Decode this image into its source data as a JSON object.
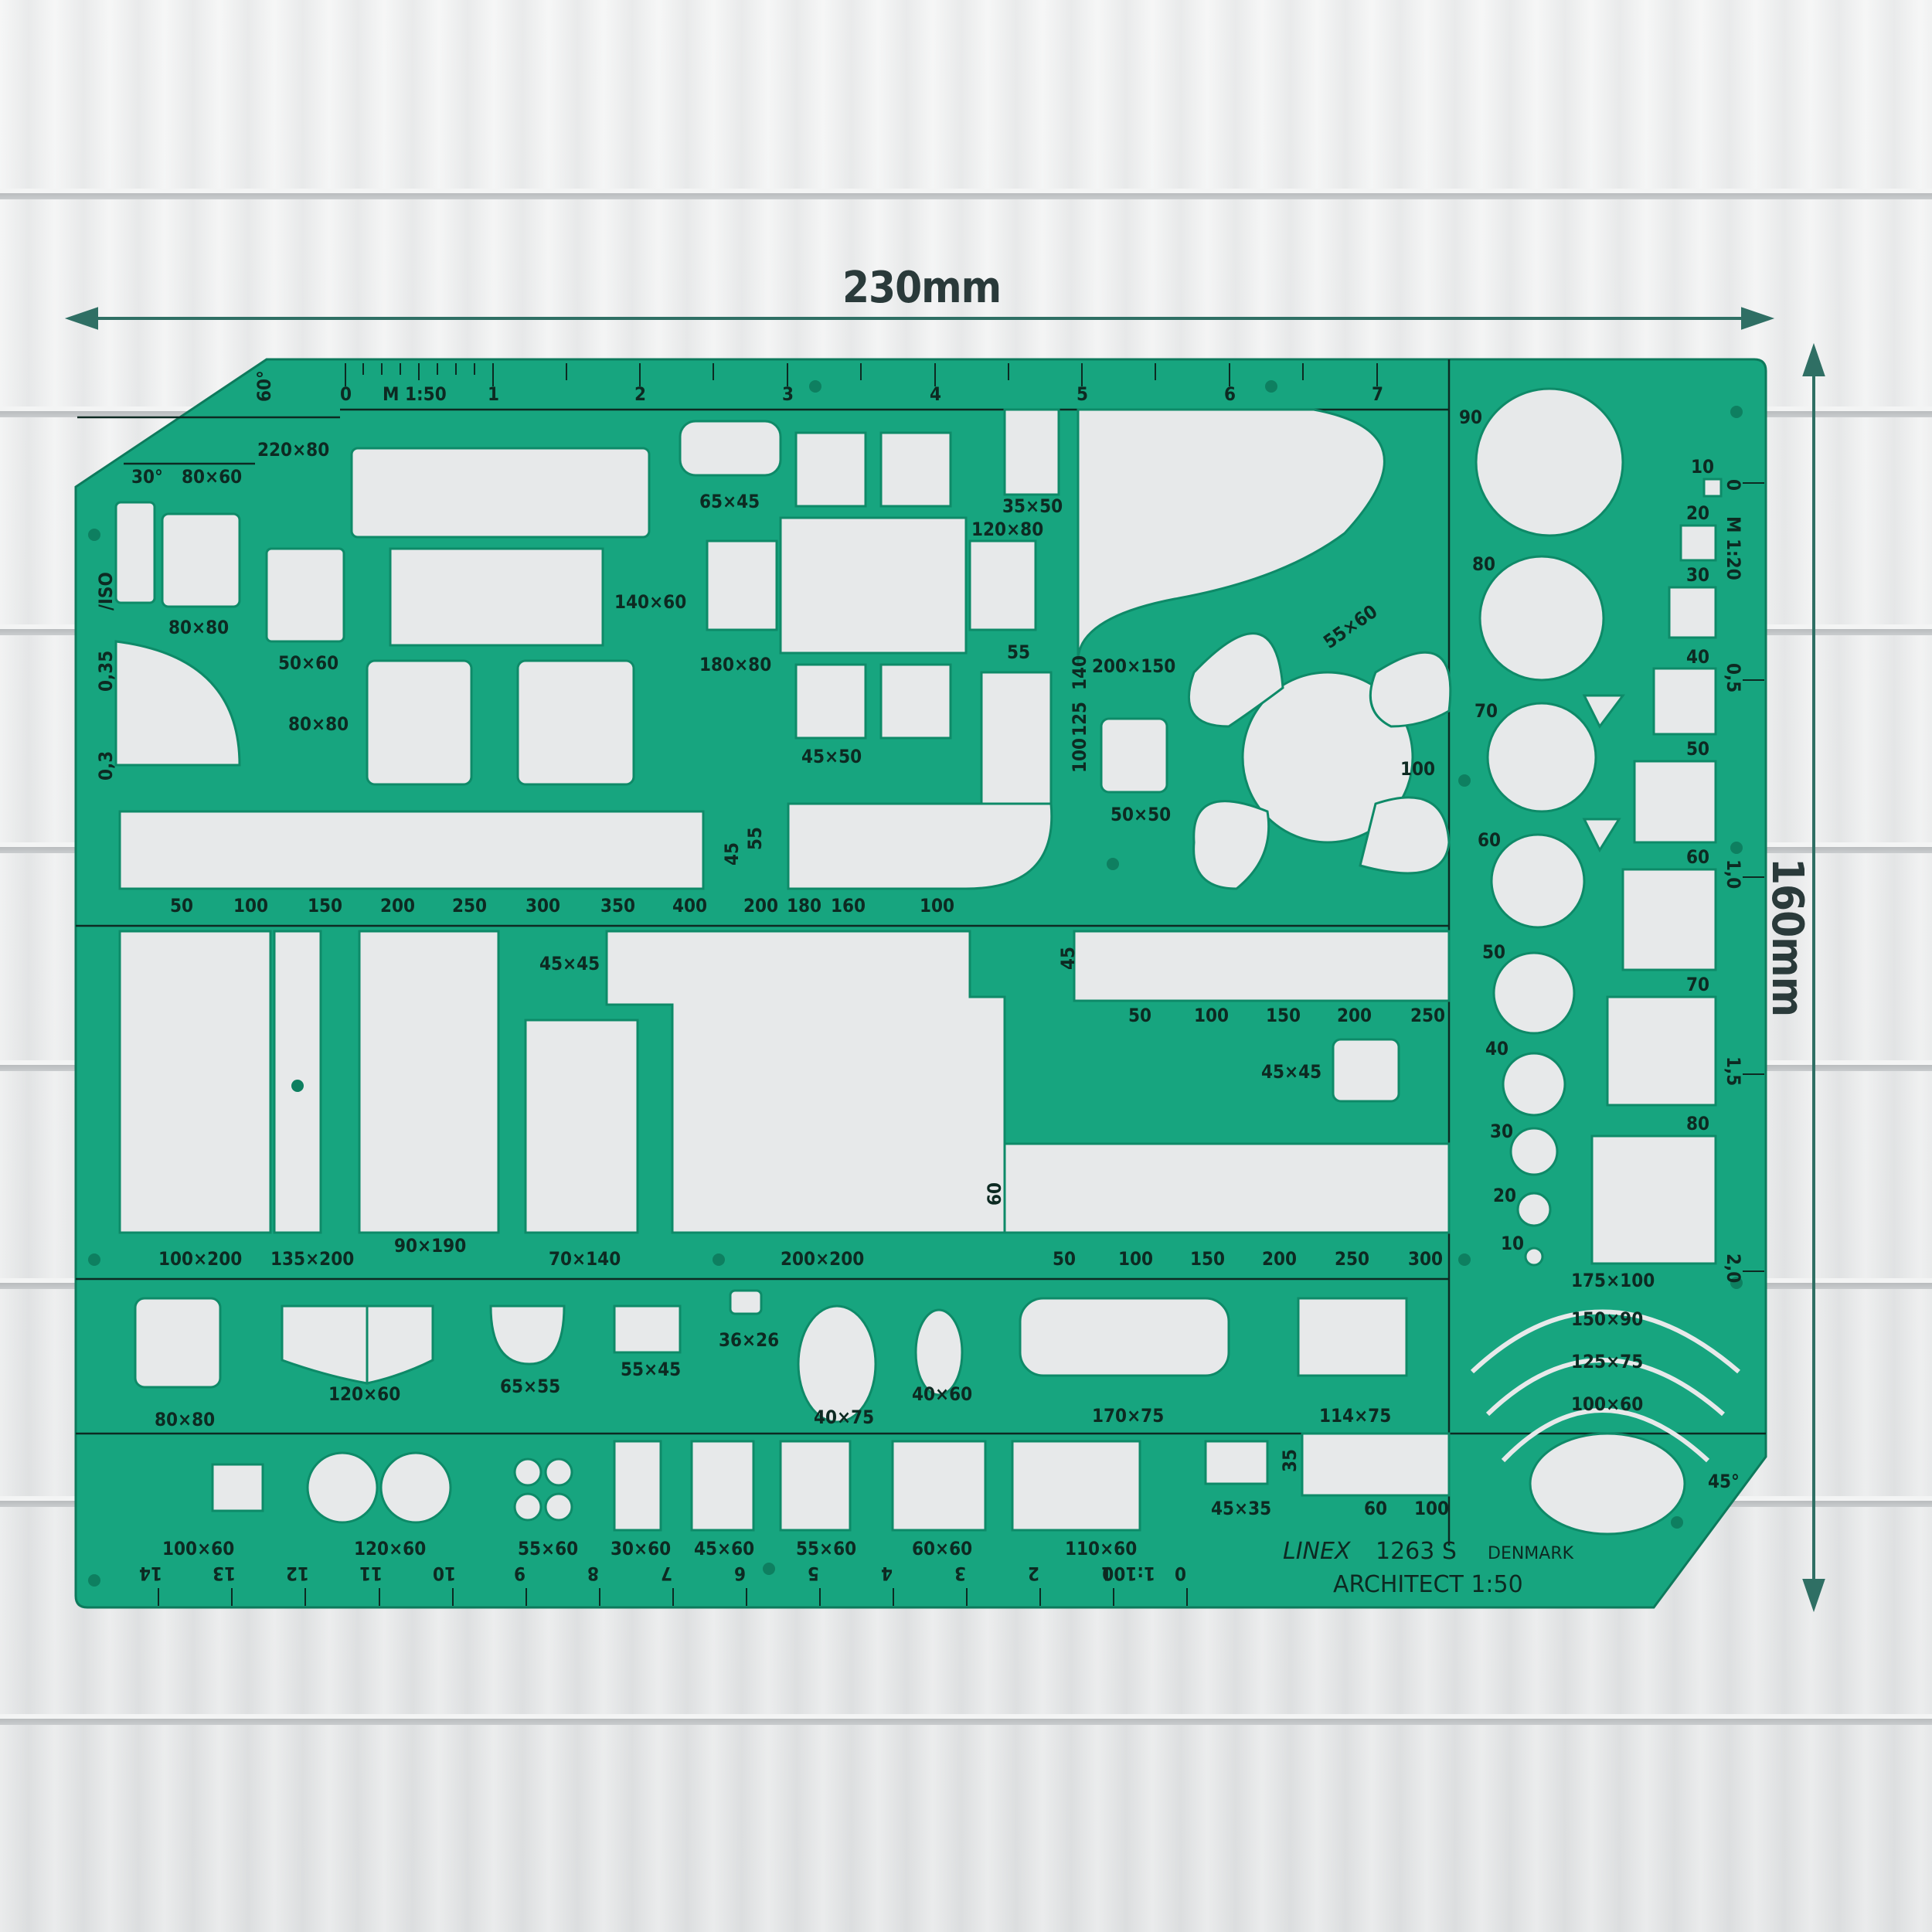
{
  "dimensions": {
    "width": "230mm",
    "height": "160mm"
  },
  "colors": {
    "stencil": "#17a57f",
    "stencil_dark": "#0d7a5c",
    "ink": "#0d2a22",
    "arrow": "#2f6f64"
  },
  "top_scale": {
    "label": "M 1:50",
    "ticks": [
      "0",
      "1",
      "2",
      "3",
      "4",
      "5",
      "6",
      "7"
    ]
  },
  "side_scale": {
    "label": "M 1:20",
    "ticks": [
      "0",
      "0,5",
      "1,0",
      "1,5",
      "2,0"
    ]
  },
  "bottom_scale": {
    "label": "1:100",
    "ticks": [
      "0",
      "1",
      "2",
      "3",
      "4",
      "5",
      "6",
      "7",
      "8",
      "9",
      "10",
      "11",
      "12",
      "13",
      "14"
    ]
  },
  "angles": {
    "a60": "60°",
    "a30": "30°",
    "a45": "45°"
  },
  "pens": {
    "p1": "0,3",
    "p2": "0,35",
    "iso": "/ISO"
  },
  "labels": {
    "l220x80": "220×80",
    "l80x60": "80×60",
    "l80x80a": "80×80",
    "l50x60": "50×60",
    "l80x80b": "80×80",
    "l140x60": "140×60",
    "l65x45a": "65×45",
    "l35x50": "35×50",
    "l120x80": "120×80",
    "l180x80": "180×80",
    "l45x50": "45×50",
    "l55a": "55",
    "l140": "140",
    "l125": "125",
    "l100a": "100",
    "l200x150": "200×150",
    "l55x60": "55×60",
    "l50x50": "50×50",
    "l100b": "100",
    "l45": "45",
    "l55b": "55",
    "l45x45a": "45×45",
    "l45c": "45",
    "l45x45b": "45×45",
    "l60": "60",
    "l100x200": "100×200",
    "l135x200": "135×200",
    "l90x190": "90×190",
    "l70x140": "70×140",
    "l200x200": "200×200",
    "l80x80c": "80×80",
    "l120x60a": "120×60",
    "l65x55": "65×55",
    "l55x45": "55×45",
    "l36x26": "36×26",
    "l40x75": "40×75",
    "l40x60": "40×60",
    "l170x75": "170×75",
    "l114x75": "114×75",
    "l175x100": "175×100",
    "l150x90": "150×90",
    "l125x75": "125×75",
    "l100x60a": "100×60",
    "l100x60b": "100×60",
    "l120x60b": "120×60",
    "l30x60": "30×60",
    "l45x60": "45×60",
    "l55x60b": "55×60",
    "l60x60": "60×60",
    "l110x60": "110×60",
    "l45x35": "45×35",
    "l35": "35",
    "l60b": "60",
    "l100c": "100"
  },
  "rulers": {
    "row1": [
      "50",
      "100",
      "150",
      "200",
      "250",
      "300",
      "350",
      "400"
    ],
    "row1b": [
      "200",
      "180",
      "160",
      "100"
    ],
    "row2": [
      "50",
      "100",
      "150",
      "200",
      "250"
    ],
    "row3": [
      "50",
      "100",
      "150",
      "200",
      "250",
      "300"
    ]
  },
  "circles": [
    "90",
    "80",
    "70",
    "60",
    "50",
    "40",
    "30",
    "20",
    "10"
  ],
  "squares": [
    "10",
    "20",
    "30",
    "40",
    "50",
    "60",
    "70",
    "80"
  ],
  "brand": {
    "name": "LINEX",
    "model": "1263 S",
    "country": "DENMARK",
    "line2": "ARCHITECT 1:50"
  }
}
